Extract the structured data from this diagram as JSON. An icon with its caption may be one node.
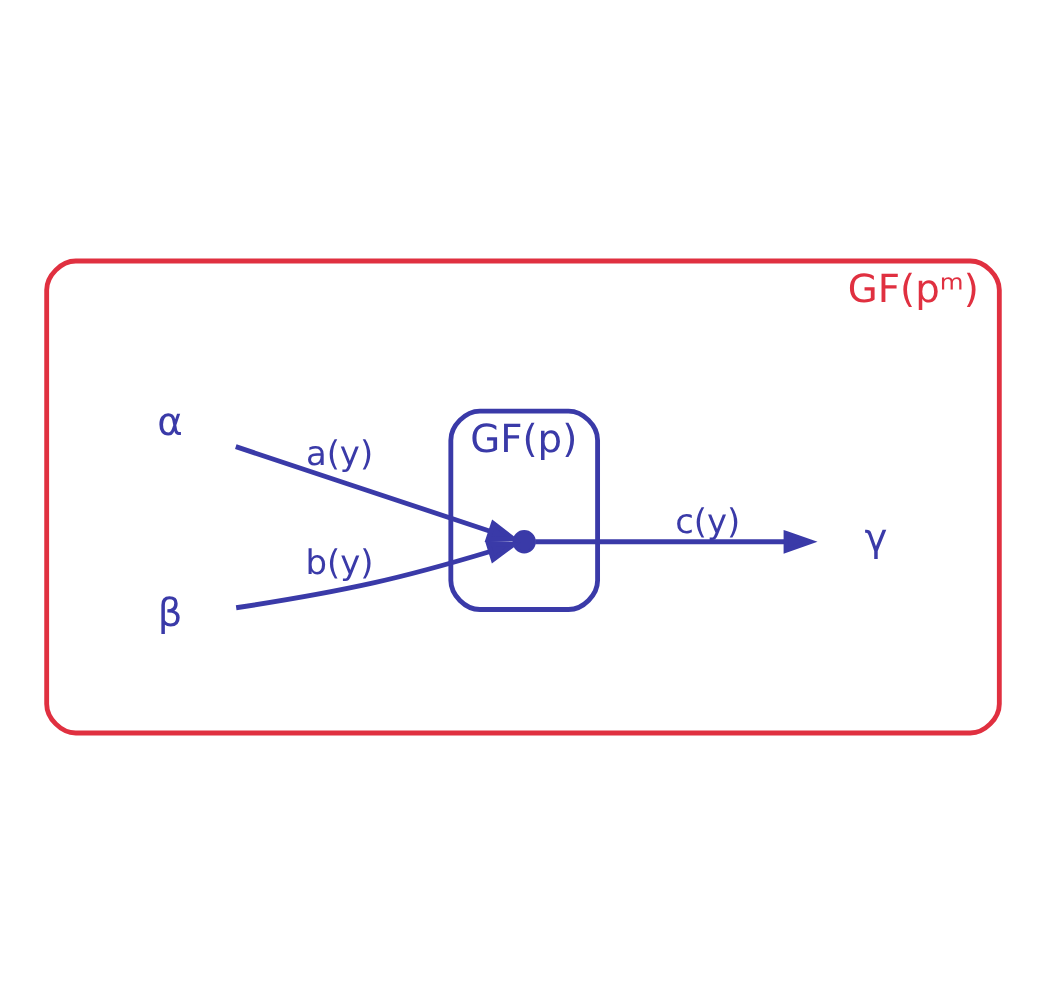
{
  "diagram": {
    "nodes": [
      {
        "text": [
          "GF(pᵐ)"
        ]
      },
      {
        "text": [
          "α"
        ],
        "in": 0
      },
      {
        "text": [
          "β"
        ],
        "in": 0
      },
      {
        "text": [
          "GF(p)"
        ],
        "in": 0
      },
      {
        "text": [],
        "shape": "circle",
        "in": 3
      },
      {
        "text": [
          "γ"
        ],
        "in": 0
      }
    ],
    "edges": [
      {
        "from": 1,
        "to": 4,
        "arrow": "to",
        "label": "a(y)"
      },
      {
        "from": 2,
        "to": 4,
        "arrow": "to",
        "label": "b(y)"
      },
      {
        "from": 4,
        "to": 5,
        "arrow": "to",
        "label": "c(y)"
      }
    ]
  }
}
